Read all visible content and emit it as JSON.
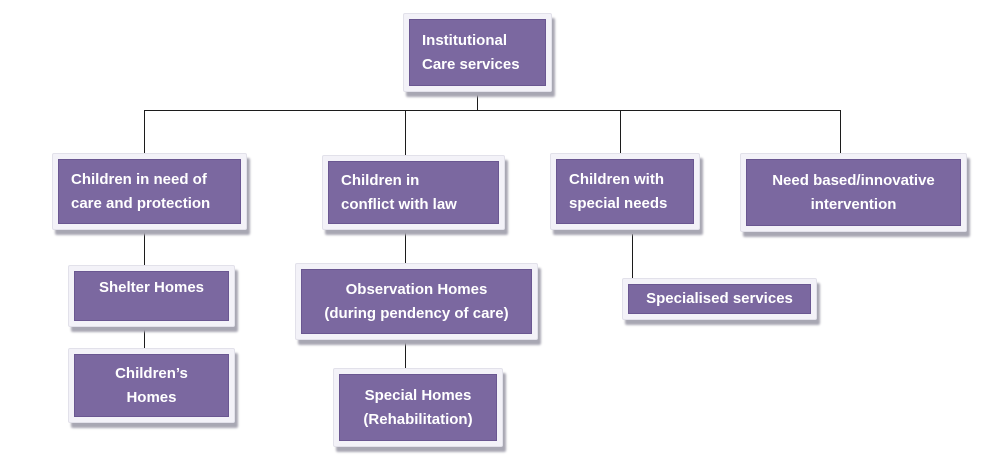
{
  "diagram": {
    "type": "hierarchy-flowchart",
    "root_label": "Institutional Care services"
  },
  "colors": {
    "box_fill": "#7b68a0",
    "box_edge": "#6a5791",
    "frame": "#f3f2f8",
    "frame_edge": "#e2e1ea",
    "shadow": "#a8a7b3",
    "line": "#1c1c1c",
    "text": "#ffffff",
    "background": "#ffffff"
  },
  "nodes": {
    "root": {
      "label": "Institutional\nCare services"
    },
    "care_protection": {
      "label": "Children in need of\ncare and protection"
    },
    "conflict_law": {
      "label": "Children in\nconflict with law"
    },
    "special_needs": {
      "label": "Children with\nspecial needs"
    },
    "need_based": {
      "label": "Need based/innovative\nintervention"
    },
    "shelter_homes": {
      "label": "Shelter Homes"
    },
    "observation_homes": {
      "label": "Observation Homes\n(during pendency of care)"
    },
    "specialised_services": {
      "label": "Specialised services"
    },
    "childrens_homes": {
      "label": "Children’s\nHomes"
    },
    "special_homes": {
      "label": "Special Homes\n(Rehabilitation)"
    }
  },
  "edges": [
    {
      "from": "root",
      "to": "care_protection"
    },
    {
      "from": "root",
      "to": "conflict_law"
    },
    {
      "from": "root",
      "to": "special_needs"
    },
    {
      "from": "root",
      "to": "need_based"
    },
    {
      "from": "care_protection",
      "to": "shelter_homes"
    },
    {
      "from": "shelter_homes",
      "to": "childrens_homes"
    },
    {
      "from": "conflict_law",
      "to": "observation_homes"
    },
    {
      "from": "observation_homes",
      "to": "special_homes"
    },
    {
      "from": "special_needs",
      "to": "specialised_services"
    }
  ]
}
